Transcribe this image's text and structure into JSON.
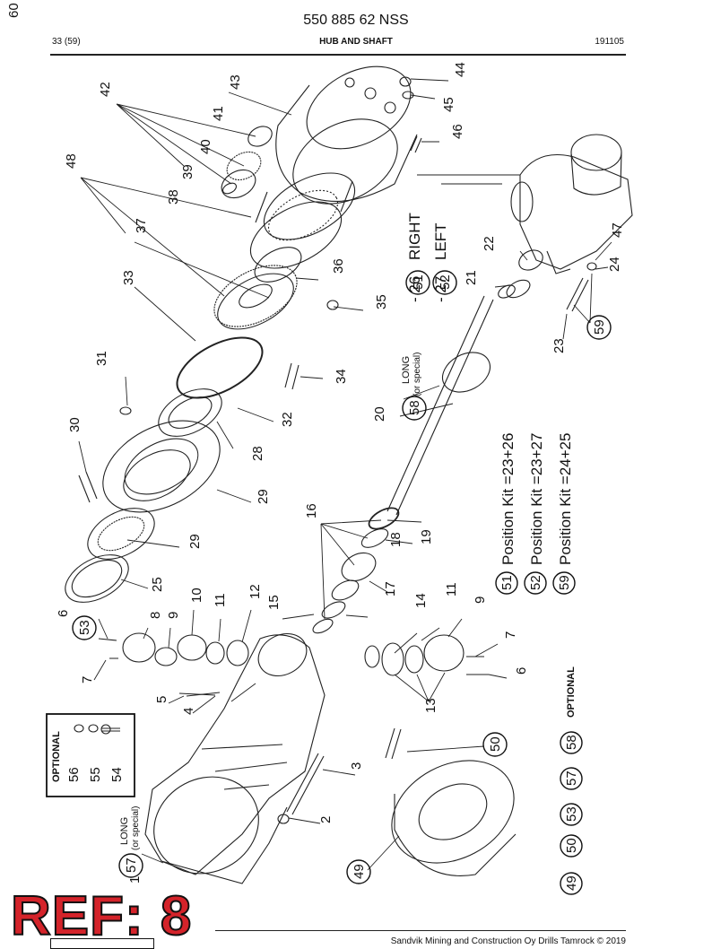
{
  "header": {
    "part_number": "550 885 62 NSS",
    "page": "33 (59)",
    "title": "HUB AND SHAFT",
    "date": "191105"
  },
  "callouts": [
    "1",
    "2",
    "3",
    "4",
    "5",
    "6",
    "6",
    "7",
    "7",
    "8",
    "9",
    "9",
    "10",
    "11",
    "11",
    "12",
    "13",
    "14",
    "15",
    "16",
    "17",
    "18",
    "19",
    "20",
    "21",
    "22",
    "23",
    "24",
    "25",
    "28",
    "29",
    "29",
    "30",
    "31",
    "32",
    "33",
    "34",
    "35",
    "36",
    "37",
    "38",
    "39",
    "40",
    "41",
    "42",
    "43",
    "44",
    "45",
    "46",
    "47",
    "48",
    "60"
  ],
  "circled": [
    "49",
    "50",
    "51",
    "52",
    "53",
    "54",
    "55",
    "56",
    "57",
    "58",
    "59"
  ],
  "labels": {
    "right_side": "RIGHT",
    "left_side": "LEFT",
    "kit_51": "- 26",
    "kit_52": "- 27",
    "long_a": "LONG",
    "long_a_note": "(or special)",
    "long_b": "LONG",
    "long_b_note": "(or special)",
    "optional_box": "OPTIONAL",
    "optional_list": "OPTIONAL"
  },
  "position_kits": [
    {
      "ref": "51",
      "text": "Position Kit =23+26"
    },
    {
      "ref": "52",
      "text": "Position Kit =23+27"
    },
    {
      "ref": "59",
      "text": "Position Kit =24+25"
    }
  ],
  "optional_box_items": [
    "54",
    "55",
    "56"
  ],
  "optional_list_items": [
    "49",
    "50",
    "53",
    "57",
    "58"
  ],
  "ref_stamp": "REF: 8",
  "footer": "Sandvik Mining and Construction Oy Drills Tamrock © 2019"
}
